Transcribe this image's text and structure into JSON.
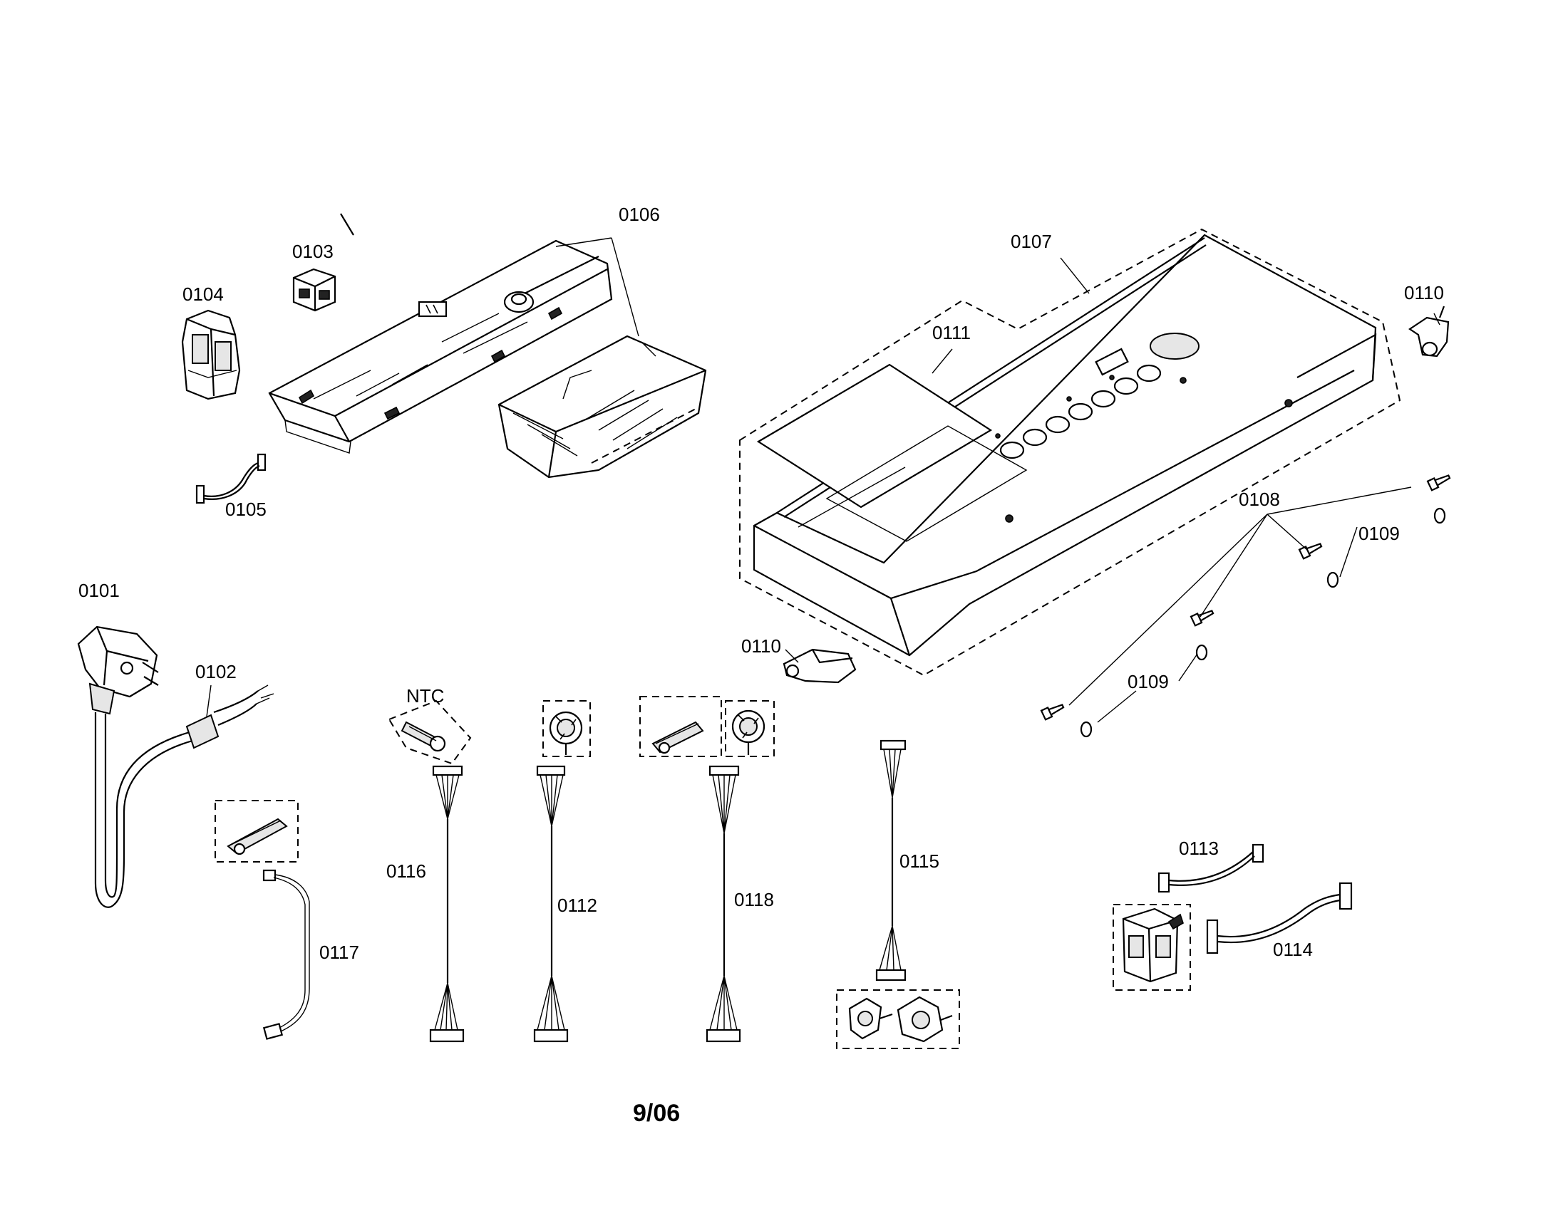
{
  "diagram": {
    "labels": {
      "p0101": "0101",
      "p0102": "0102",
      "p0103": "0103",
      "p0104": "0104",
      "p0105": "0105",
      "p0106": "0106",
      "p0107": "0107",
      "p0108": "0108",
      "p0109a": "0109",
      "p0109b": "0109",
      "p0110a": "0110",
      "p0110b": "0110",
      "p0111": "0111",
      "p0112": "0112",
      "p0113": "0113",
      "p0114": "0114",
      "p0115": "0115",
      "p0116": "0116",
      "p0117": "0117",
      "p0118": "0118",
      "ntc": "NTC"
    },
    "date_code": "9/06"
  }
}
